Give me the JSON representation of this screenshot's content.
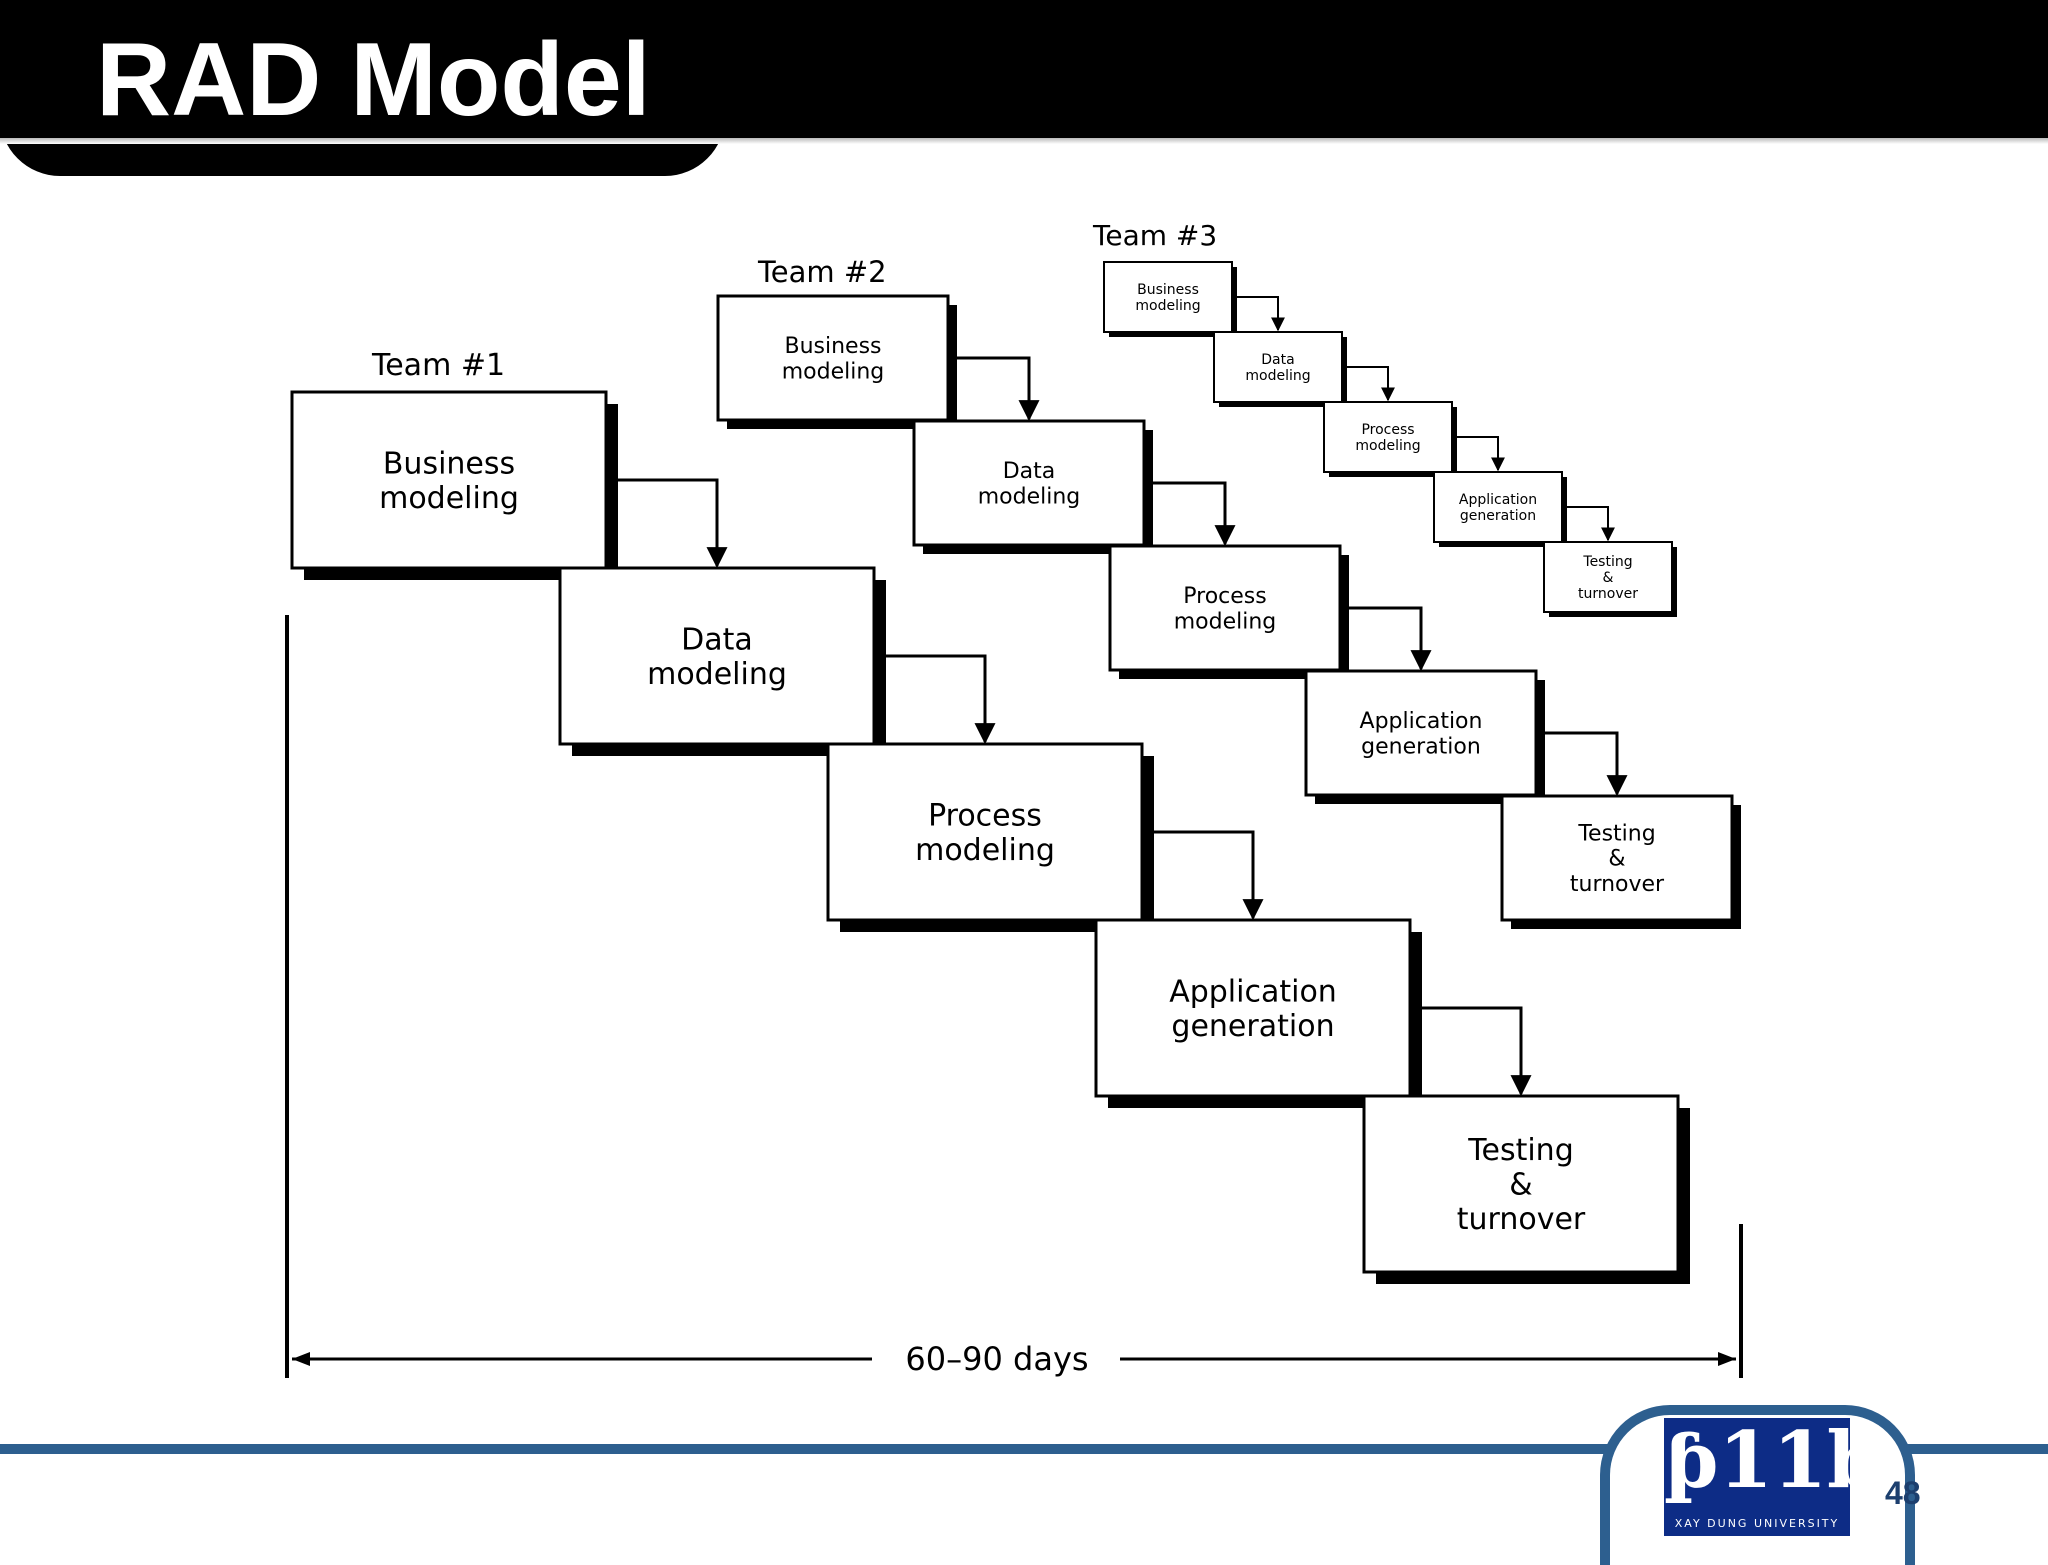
{
  "slide": {
    "title": "RAD Model",
    "page_number": "48"
  },
  "diagram": {
    "teams": [
      {
        "label": "Team #1",
        "steps": [
          [
            "Business",
            "modeling"
          ],
          [
            "Data",
            "modeling"
          ],
          [
            "Process",
            "modeling"
          ],
          [
            "Application",
            "generation"
          ],
          [
            "Testing",
            "&",
            "turnover"
          ]
        ]
      },
      {
        "label": "Team #2",
        "steps": [
          [
            "Business",
            "modeling"
          ],
          [
            "Data",
            "modeling"
          ],
          [
            "Process",
            "modeling"
          ],
          [
            "Application",
            "generation"
          ],
          [
            "Testing",
            "&",
            "turnover"
          ]
        ]
      },
      {
        "label": "Team #3",
        "steps": [
          [
            "Business",
            "modeling"
          ],
          [
            "Data",
            "modeling"
          ],
          [
            "Process",
            "modeling"
          ],
          [
            "Application",
            "generation"
          ],
          [
            "Testing",
            "&",
            "turnover"
          ]
        ]
      }
    ],
    "timeline_label": "60–90 days"
  },
  "logo": {
    "text": "XAY DUNG UNIVERSITY"
  }
}
